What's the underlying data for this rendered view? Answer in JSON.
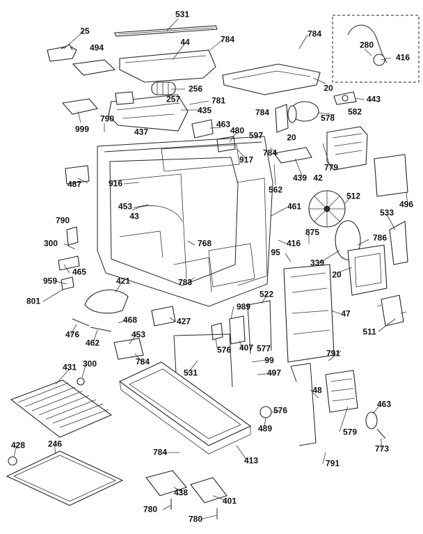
{
  "labels": [
    {
      "text": "531",
      "key": "p531a"
    },
    {
      "text": "25",
      "key": "p25"
    },
    {
      "text": "494",
      "key": "p494"
    },
    {
      "text": "44",
      "key": "p44"
    },
    {
      "text": "784",
      "key": "p784a"
    },
    {
      "text": "784",
      "key": "p784b"
    },
    {
      "text": "280",
      "key": "p280"
    },
    {
      "text": "416",
      "key": "p416a"
    },
    {
      "text": "20",
      "key": "p20a"
    },
    {
      "text": "256",
      "key": "p256"
    },
    {
      "text": "257",
      "key": "p257"
    },
    {
      "text": "781",
      "key": "p781"
    },
    {
      "text": "435",
      "key": "p435"
    },
    {
      "text": "443",
      "key": "p443"
    },
    {
      "text": "790",
      "key": "p790a"
    },
    {
      "text": "999",
      "key": "p999"
    },
    {
      "text": "437",
      "key": "p437"
    },
    {
      "text": "463",
      "key": "p463a"
    },
    {
      "text": "480",
      "key": "p480"
    },
    {
      "text": "784",
      "key": "p784c"
    },
    {
      "text": "597",
      "key": "p597"
    },
    {
      "text": "20",
      "key": "p20b"
    },
    {
      "text": "578",
      "key": "p578"
    },
    {
      "text": "582",
      "key": "p582"
    },
    {
      "text": "917",
      "key": "p917"
    },
    {
      "text": "784",
      "key": "p784d"
    },
    {
      "text": "439",
      "key": "p439"
    },
    {
      "text": "42",
      "key": "p42"
    },
    {
      "text": "779",
      "key": "p779"
    },
    {
      "text": "487",
      "key": "p487"
    },
    {
      "text": "916",
      "key": "p916"
    },
    {
      "text": "562",
      "key": "p562"
    },
    {
      "text": "496",
      "key": "p496"
    },
    {
      "text": "453",
      "key": "p453a"
    },
    {
      "text": "43",
      "key": "p43"
    },
    {
      "text": "512",
      "key": "p512"
    },
    {
      "text": "461",
      "key": "p461"
    },
    {
      "text": "533",
      "key": "p533"
    },
    {
      "text": "790",
      "key": "p790b"
    },
    {
      "text": "875",
      "key": "p875"
    },
    {
      "text": "416",
      "key": "p416b"
    },
    {
      "text": "768",
      "key": "p768"
    },
    {
      "text": "300",
      "key": "p300a"
    },
    {
      "text": "95",
      "key": "p95"
    },
    {
      "text": "339",
      "key": "p339"
    },
    {
      "text": "786",
      "key": "p786"
    },
    {
      "text": "465",
      "key": "p465"
    },
    {
      "text": "20",
      "key": "p20c"
    },
    {
      "text": "959",
      "key": "p959"
    },
    {
      "text": "421",
      "key": "p421"
    },
    {
      "text": "783",
      "key": "p783"
    },
    {
      "text": "801",
      "key": "p801"
    },
    {
      "text": "522",
      "key": "p522"
    },
    {
      "text": "989",
      "key": "p989"
    },
    {
      "text": "47",
      "key": "p47"
    },
    {
      "text": "468",
      "key": "p468"
    },
    {
      "text": "427",
      "key": "p427"
    },
    {
      "text": "476",
      "key": "p476"
    },
    {
      "text": "462",
      "key": "p462"
    },
    {
      "text": "453",
      "key": "p453b"
    },
    {
      "text": "511",
      "key": "p511"
    },
    {
      "text": "576",
      "key": "p576a"
    },
    {
      "text": "407",
      "key": "p407"
    },
    {
      "text": "577",
      "key": "p577"
    },
    {
      "text": "791",
      "key": "p791a"
    },
    {
      "text": "784",
      "key": "p784e"
    },
    {
      "text": "99",
      "key": "p99"
    },
    {
      "text": "431",
      "key": "p431"
    },
    {
      "text": "300",
      "key": "p300b"
    },
    {
      "text": "531",
      "key": "p531b"
    },
    {
      "text": "497",
      "key": "p497"
    },
    {
      "text": "48",
      "key": "p48"
    },
    {
      "text": "576",
      "key": "p576b"
    },
    {
      "text": "463",
      "key": "p463b"
    },
    {
      "text": "489",
      "key": "p489"
    },
    {
      "text": "579",
      "key": "p579"
    },
    {
      "text": "428",
      "key": "p428"
    },
    {
      "text": "246",
      "key": "p246"
    },
    {
      "text": "773",
      "key": "p773"
    },
    {
      "text": "784",
      "key": "p784f"
    },
    {
      "text": "413",
      "key": "p413"
    },
    {
      "text": "791",
      "key": "p791b"
    },
    {
      "text": "438",
      "key": "p438"
    },
    {
      "text": "401",
      "key": "p401"
    },
    {
      "text": "780",
      "key": "p780a"
    },
    {
      "text": "780",
      "key": "p780b"
    }
  ]
}
